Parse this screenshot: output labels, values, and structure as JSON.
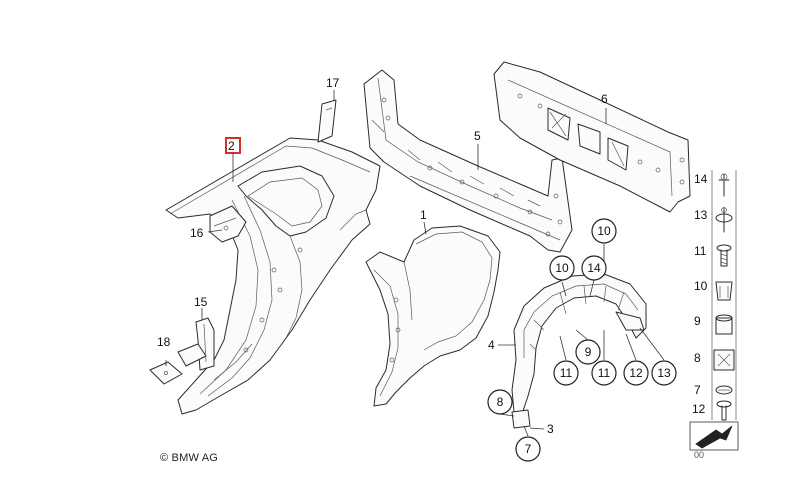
{
  "part_labels": {
    "p1": "1",
    "p2": "2",
    "p3": "3",
    "p4": "4",
    "p5": "5",
    "p6": "6",
    "p15": "15",
    "p16": "16",
    "p17": "17",
    "p18": "18"
  },
  "callouts": {
    "c10a": "10",
    "c10b": "10",
    "c14": "14",
    "c9": "9",
    "c11a": "11",
    "c11b": "11",
    "c12": "12",
    "c13": "13",
    "c8": "8",
    "c7": "7"
  },
  "legend": {
    "items": [
      {
        "num": "14"
      },
      {
        "num": "13"
      },
      {
        "num": "11"
      },
      {
        "num": "10"
      },
      {
        "num": "9"
      },
      {
        "num": "8"
      },
      {
        "num": "7"
      },
      {
        "num": "12"
      }
    ]
  },
  "footer": {
    "copyright": "© BMW AG",
    "corner_code": "00"
  },
  "highlight_color": "#d0312d"
}
